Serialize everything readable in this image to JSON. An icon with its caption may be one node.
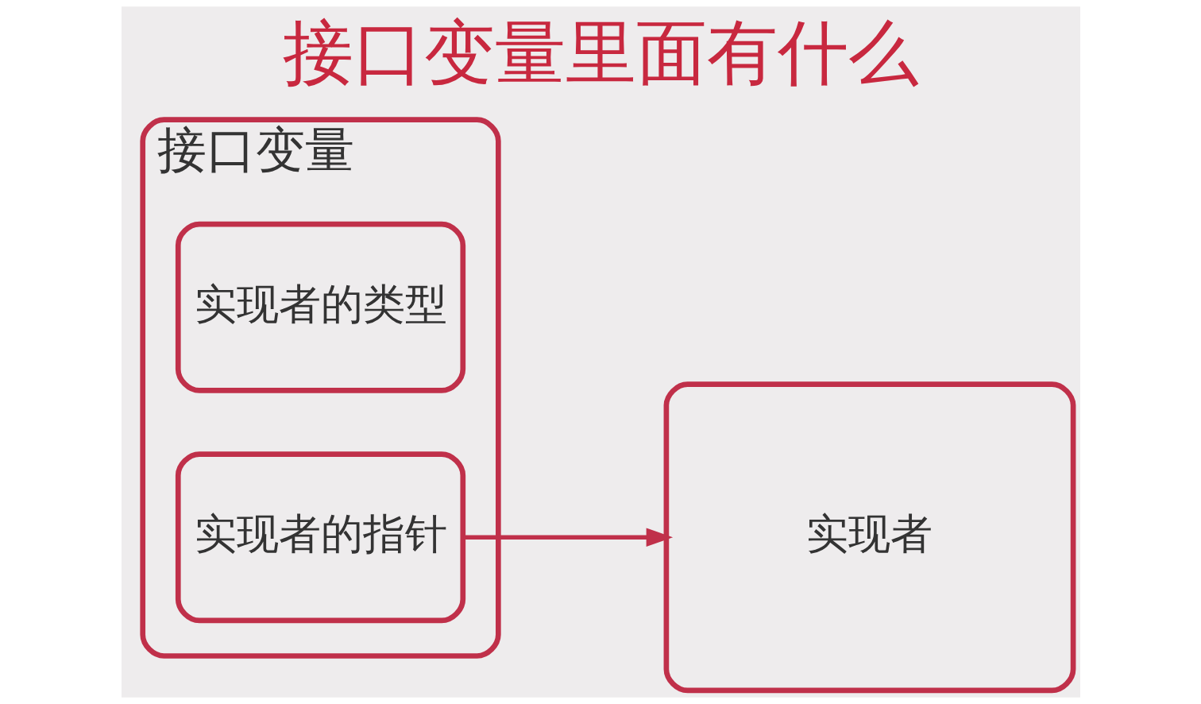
{
  "diagram": {
    "title": "接口变量里面有什么",
    "nodes": [
      {
        "text": [
          "接口变量"
        ]
      },
      {
        "text": [
          "实现者的类型"
        ],
        "in": 0
      },
      {
        "text": [
          "实现者的指针"
        ],
        "in": 0
      },
      {
        "text": [
          "实现者"
        ]
      }
    ],
    "edges": [
      {
        "from": 2,
        "to": 3,
        "arrow": "to"
      }
    ]
  }
}
